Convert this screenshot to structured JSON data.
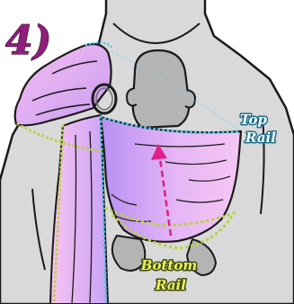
{
  "step": {
    "label": "4)"
  },
  "labels": {
    "top_rail_line1": "Top",
    "top_rail_line2": "Rail",
    "bottom_rail_line1": "Bottom",
    "bottom_rail_line2": "Rail"
  },
  "colors": {
    "body_fill": "#d9d9d9",
    "outline": "#1a1a1a",
    "baby_fill": "#b4b4b4",
    "sling_pink": "#f6b7f0",
    "sling_purple": "#b892f2",
    "top_rail_dots": "#4fc3e8",
    "bottom_rail_dots": "#b7d43c",
    "arrow": "#e0208a"
  },
  "icons": {
    "ring": "ring-icon",
    "arrow": "upward-arrow-icon"
  }
}
